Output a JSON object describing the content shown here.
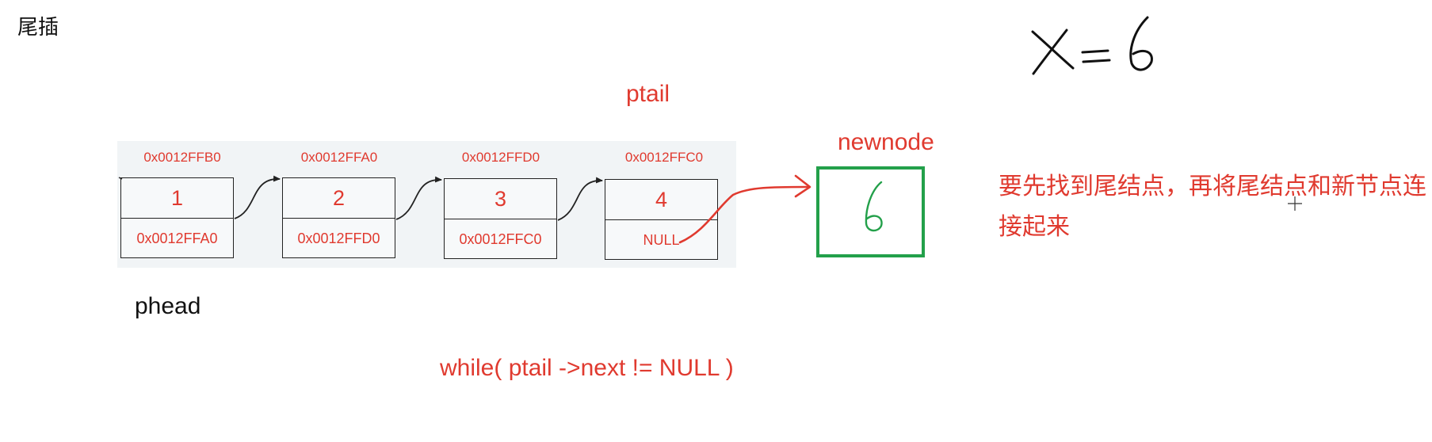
{
  "title": "尾插",
  "x_equation": "X = 6",
  "ptail_label": "ptail",
  "newnode_label": "newnode",
  "phead_label": "phead",
  "loop_condition": "while( ptail ->next  != NULL )",
  "note": "要先找到尾结点，再将尾结点和新节点连接起来",
  "nodes": [
    {
      "address": "0x0012FFB0",
      "value": "1",
      "next": "0x0012FFA0"
    },
    {
      "address": "0x0012FFA0",
      "value": "2",
      "next": "0x0012FFD0"
    },
    {
      "address": "0x0012FFD0",
      "value": "3",
      "next": "0x0012FFC0"
    },
    {
      "address": "0x0012FFC0",
      "value": "4",
      "next": "NULL"
    }
  ],
  "newnode_value": "6",
  "colors": {
    "red": "#e03a2f",
    "green": "#23a04a",
    "background": "#f1f4f6"
  }
}
